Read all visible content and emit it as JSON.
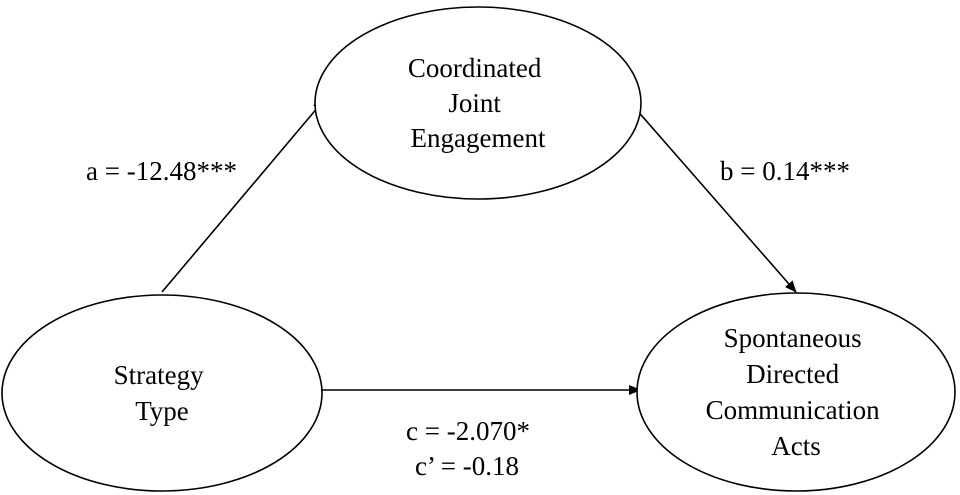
{
  "colors": {
    "line": "#000000",
    "background": "#ffffff",
    "node_fill": "#ffffff"
  },
  "nodes": {
    "mediator": {
      "lines": [
        "Coordinated",
        "Joint",
        "Engagement"
      ]
    },
    "predictor": {
      "lines": [
        "Strategy",
        "Type"
      ]
    },
    "outcome": {
      "lines": [
        "Spontaneous",
        "Directed",
        "Communication",
        "Acts"
      ]
    }
  },
  "paths": {
    "a": {
      "label": "a = -12.48***"
    },
    "b": {
      "label": "b = 0.14***"
    },
    "c": {
      "label": "c = -2.070*"
    },
    "c_prime": {
      "label": "c’ = -0.18"
    }
  }
}
